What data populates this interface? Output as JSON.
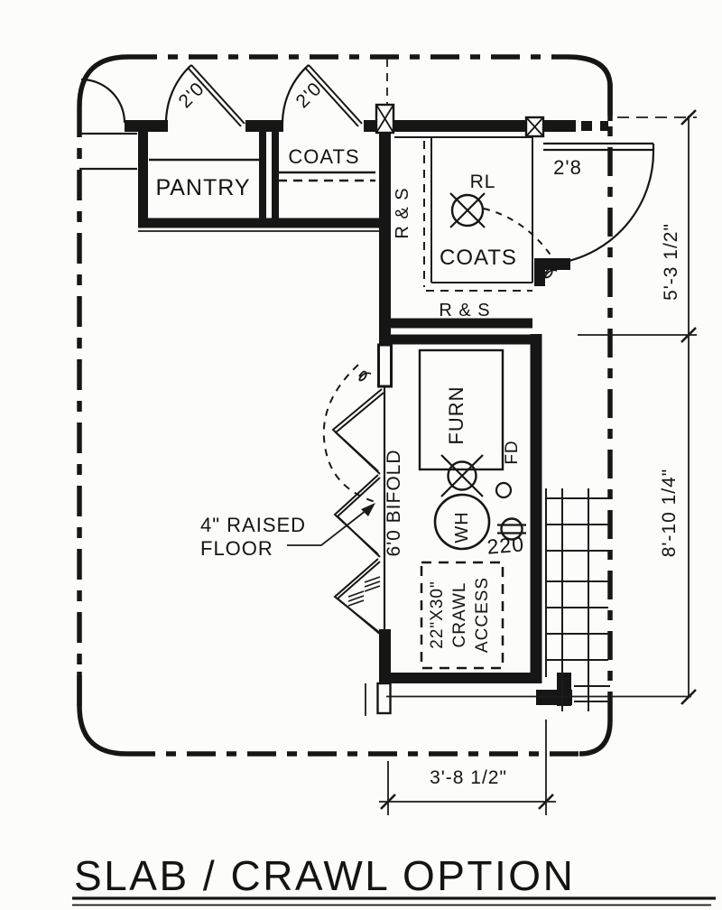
{
  "title": {
    "text": "SLAB / CRAWL OPTION"
  },
  "rooms": {
    "pantry": "PANTRY",
    "coats_small": "COATS",
    "coats_large": "COATS"
  },
  "shelving": {
    "left": "R & S",
    "bottom": "R & S"
  },
  "fixtures": {
    "recessed_light": "RL",
    "furnace": "FURN",
    "water_heater": "WH",
    "floor_drain": "FD",
    "outlet_220": "220"
  },
  "doors": {
    "pantry_door": "2'0",
    "coats_door": "2'0",
    "closet_door": "2'8",
    "bifold_door": "6'0 BIFOLD"
  },
  "notes": {
    "raised_floor_line1": "4\" RAISED",
    "raised_floor_line2": "FLOOR",
    "crawl_line1": "22\"X30\"",
    "crawl_line2": "CRAWL",
    "crawl_line3": "ACCESS"
  },
  "dimensions": {
    "closet_depth": "5'-3 1/2\"",
    "utility_depth": "8'-10 1/4\"",
    "utility_width": "3'-8 1/2\""
  },
  "colors": {
    "ink": "#161616",
    "paper": "#fcfcfb"
  }
}
